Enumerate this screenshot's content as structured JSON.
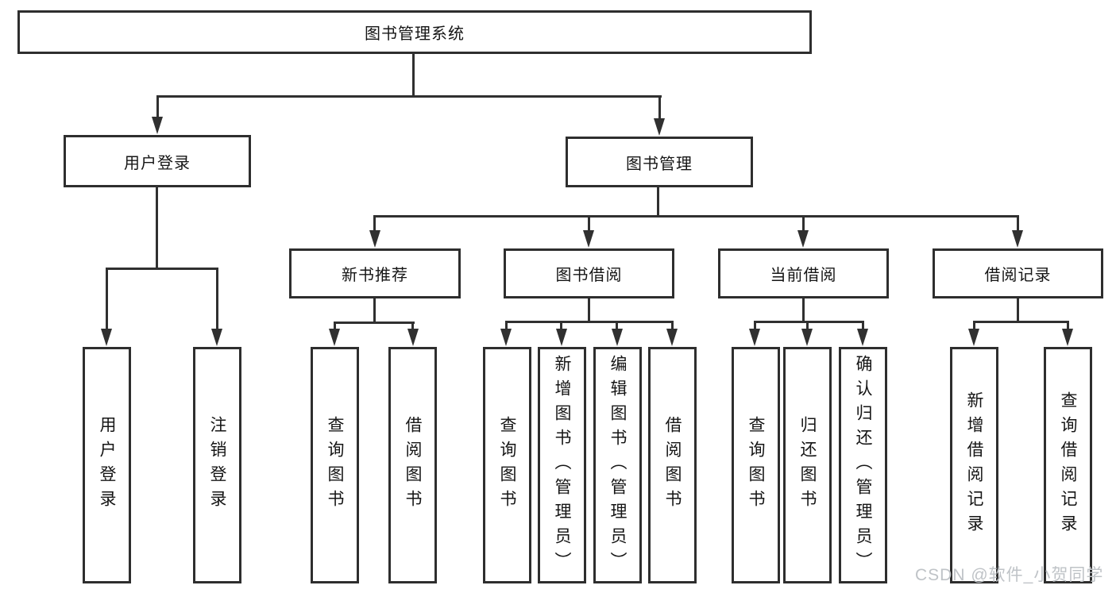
{
  "colors": {
    "line": "#303030",
    "box_border": "#2e2e2e",
    "text": "#151515",
    "background": "#ffffff",
    "watermark_text": "#bfc3c7"
  },
  "tree": {
    "root": {
      "label": "图书管理系统"
    },
    "level1": [
      {
        "label": "用户登录"
      },
      {
        "label": "图书管理"
      }
    ],
    "level2": [
      {
        "label": "新书推荐",
        "parent": "图书管理"
      },
      {
        "label": "图书借阅",
        "parent": "图书管理"
      },
      {
        "label": "当前借阅",
        "parent": "图书管理"
      },
      {
        "label": "借阅记录",
        "parent": "图书管理"
      }
    ],
    "leaves": {
      "user_login": [
        "用户登录",
        "注销登录"
      ],
      "new_books": [
        "查询图书",
        "借阅图书"
      ],
      "book_borrow": [
        "查询图书",
        "新增图书（管理员）",
        "编辑图书（管理员）",
        "借阅图书"
      ],
      "current_borrow": [
        "查询图书",
        "归还图书",
        "确认归还（管理员）"
      ],
      "borrow_records": [
        "新增借阅记录",
        "查询借阅记录"
      ]
    }
  },
  "watermark": {
    "text": "CSDN @软件_小贺同学"
  }
}
